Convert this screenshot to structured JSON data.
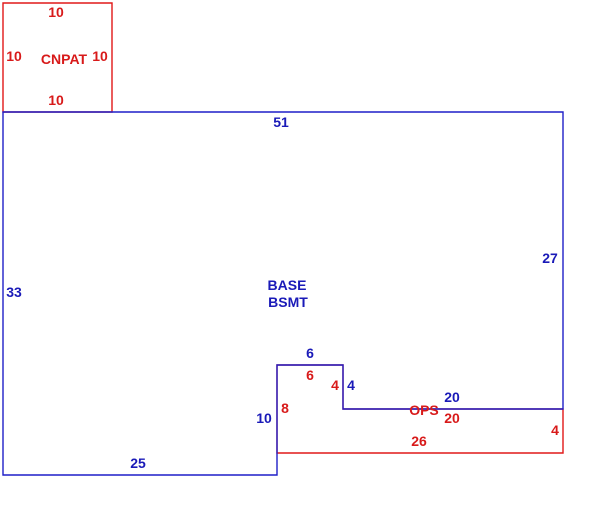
{
  "colors": {
    "base_area": "#1f1fc8",
    "addition_area": "#e01818"
  },
  "cnpat": {
    "label": "CNPAT",
    "top": "10",
    "left": "10",
    "right": "10",
    "bottom": "10"
  },
  "base": {
    "label_line1": "BASE",
    "label_line2": "BSMT",
    "top": "51",
    "left": "33",
    "right": "27",
    "bottom": "25",
    "notch_left": "10",
    "notch_top": "6",
    "notch_right": "4",
    "step_bottom": "20"
  },
  "ops": {
    "label": "OPS",
    "top_left": "6",
    "left": "8",
    "inner_right": "4",
    "top_right": "20",
    "right": "4",
    "bottom": "26"
  }
}
